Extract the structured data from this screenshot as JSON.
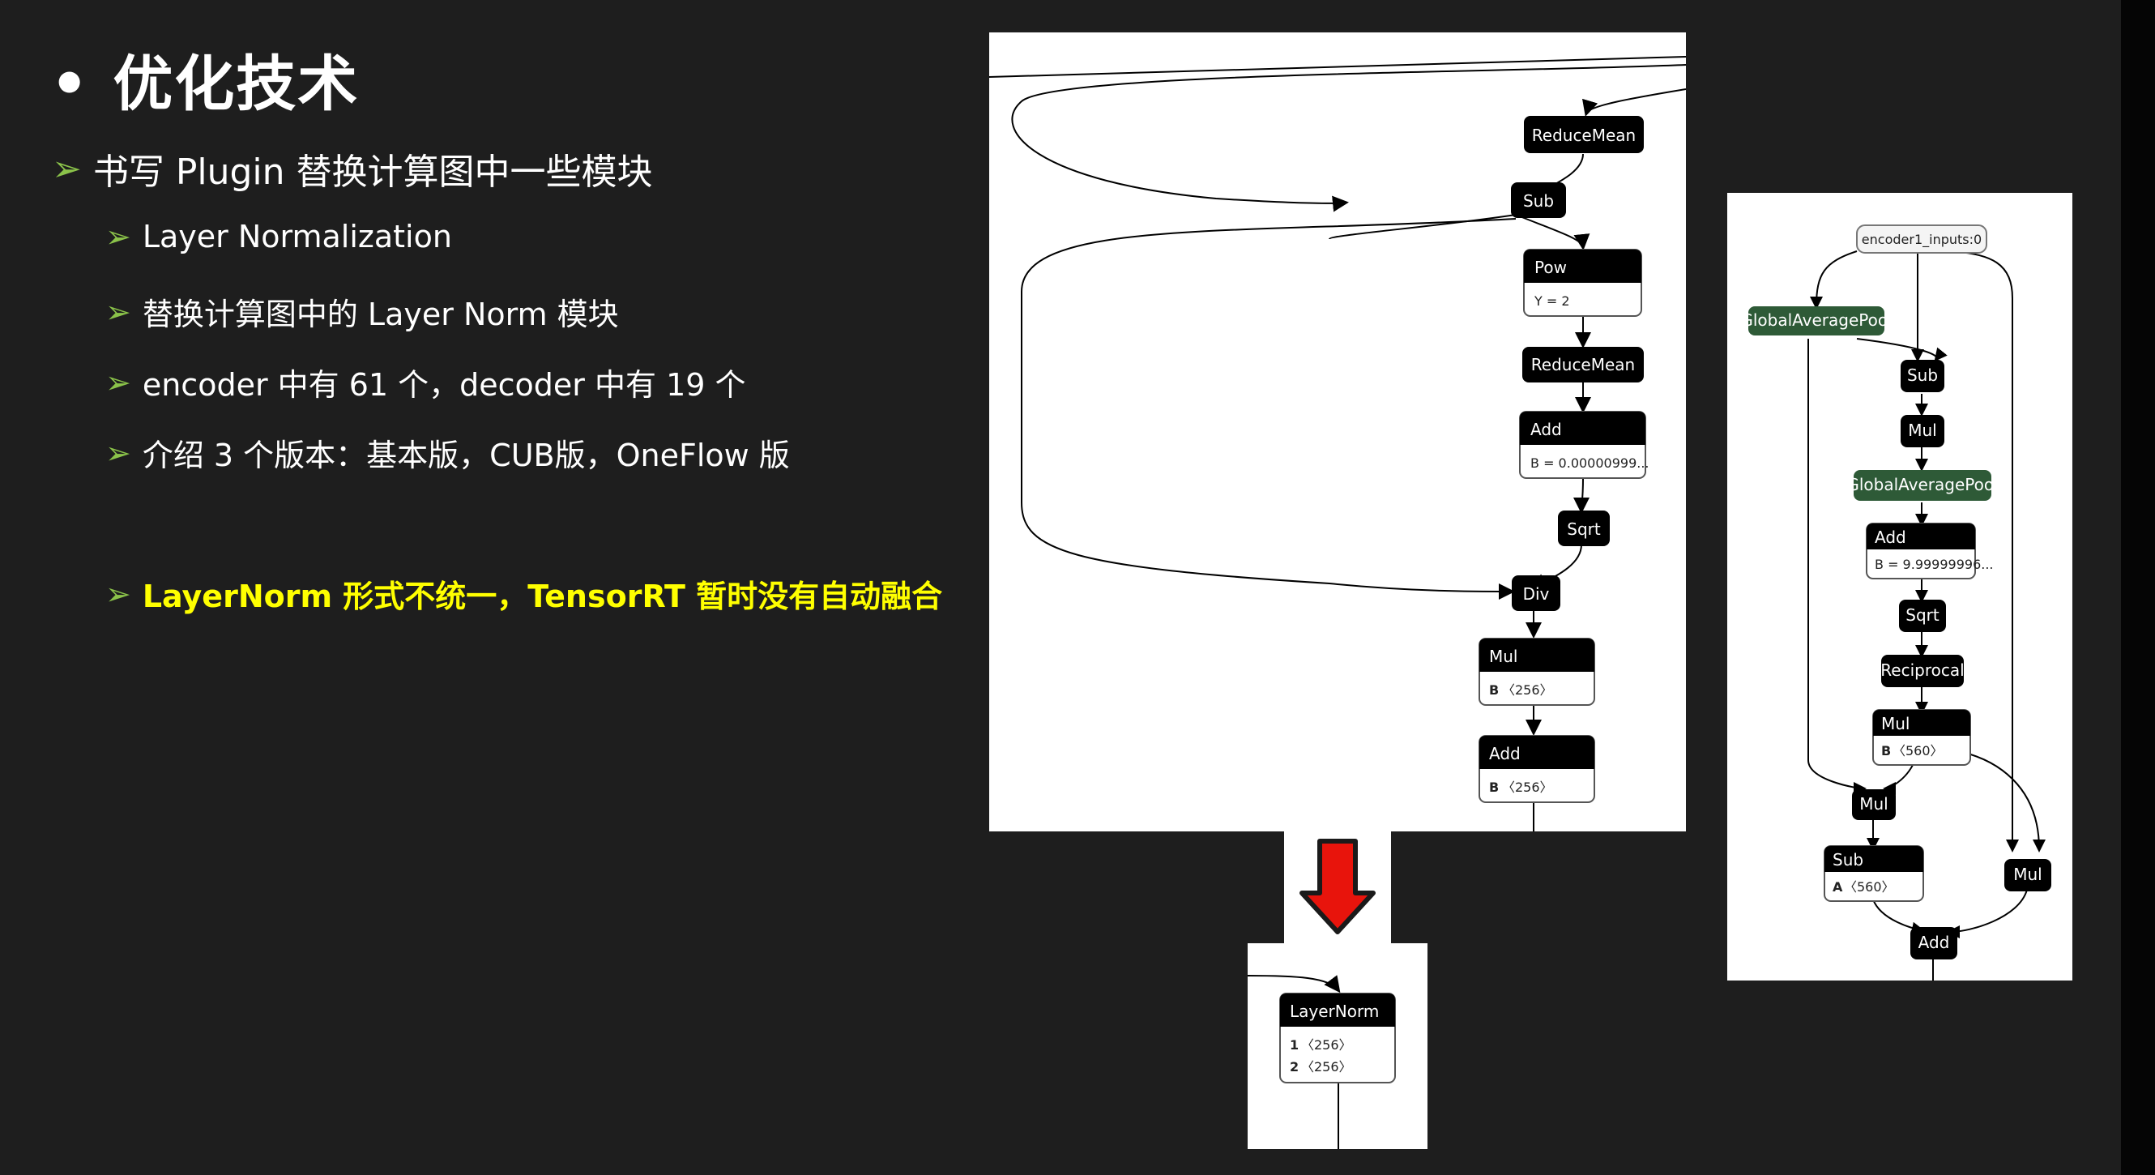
{
  "title": "优化技术",
  "bullets": {
    "level1": "书写 Plugin 替换计算图中一些模块",
    "items": [
      "Layer Normalization",
      "替换计算图中的 Layer Norm 模块",
      "encoder 中有 61 个，decoder 中有 19 个",
      "介绍 3 个版本：基本版，CUB版，OneFlow 版"
    ],
    "highlight": "LayerNorm 形式不统一，TensorRT 暂时没有自动融合"
  },
  "colors": {
    "arrow_green": "#8bc34a",
    "highlight": "#ffff00",
    "red_arrow": "#e8140c",
    "green_node": "#2e5a37"
  },
  "graph_main": {
    "reducemean1": "ReduceMean",
    "sub": "Sub",
    "pow": "Pow",
    "pow_param": "Y = 2",
    "reducemean2": "ReduceMean",
    "add1": "Add",
    "add1_param": "B = 0.00000999...",
    "sqrt": "Sqrt",
    "div": "Div",
    "mul": "Mul",
    "mul_param_key": "B",
    "mul_param_val": "〈256〉",
    "add2": "Add",
    "add2_param_key": "B",
    "add2_param_val": "〈256〉"
  },
  "graph_fused": {
    "layernorm": "LayerNorm",
    "in1_key": "1",
    "in1_val": "〈256〉",
    "in2_key": "2",
    "in2_val": "〈256〉"
  },
  "graph_right": {
    "input": "encoder1_inputs:0",
    "gap1": "GlobalAveragePool",
    "sub1": "Sub",
    "mul1": "Mul",
    "gap2": "GlobalAveragePool",
    "add1": "Add",
    "add1_param": "B = 9.99999996...",
    "sqrt": "Sqrt",
    "reciprocal": "Reciprocal",
    "mul2": "Mul",
    "mul2_param_key": "B",
    "mul2_param_val": "〈560〉",
    "mul3": "Mul",
    "sub2": "Sub",
    "sub2_param_key": "A",
    "sub2_param_val": "〈560〉",
    "mul4": "Mul",
    "add2": "Add"
  }
}
